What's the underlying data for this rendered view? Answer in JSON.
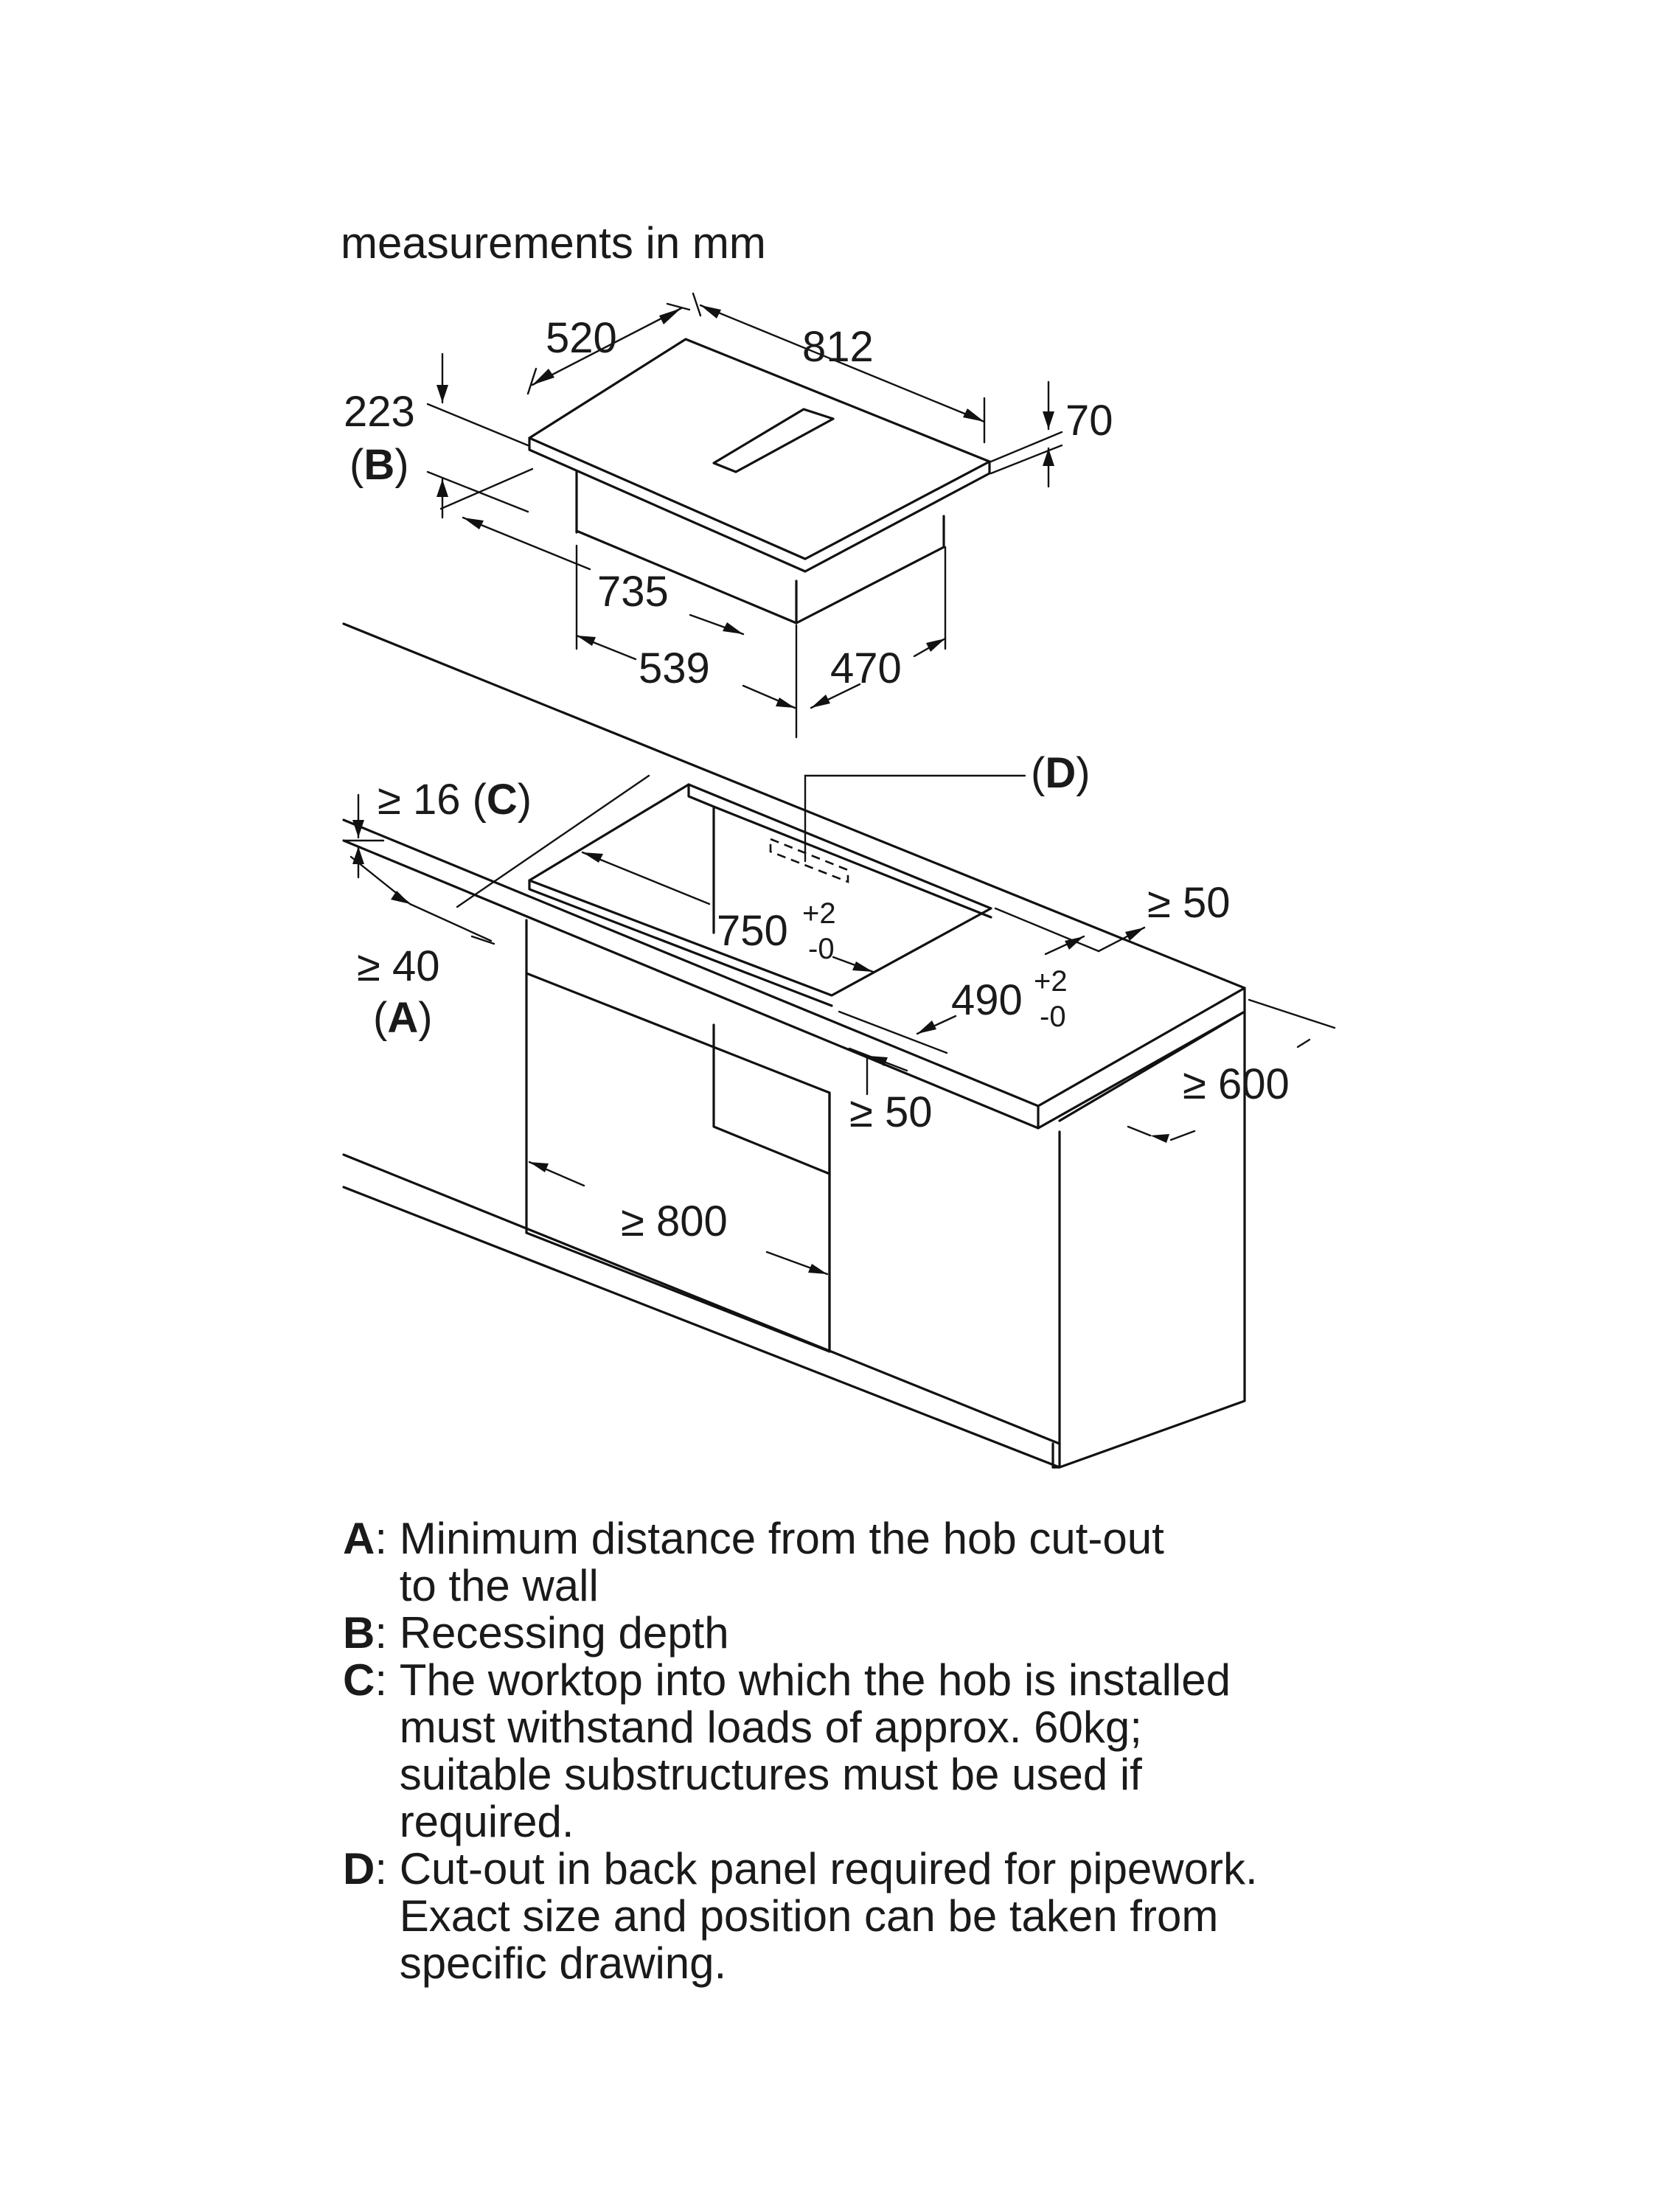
{
  "heading": "measurements in mm",
  "hob_dimensions": {
    "depth": "520",
    "width": "812",
    "recess_depth": "223",
    "recess_label_open": "(",
    "recess_label_key": "B",
    "recess_label_close": ")",
    "thickness": "70",
    "body_width": "735",
    "body_width_lower": "539",
    "body_depth": "470"
  },
  "cutout_dimensions": {
    "worktop_thickness_prefix": "≥ 16 (",
    "worktop_thickness_key": "C",
    "worktop_thickness_suffix": ")",
    "pipework_open": "(",
    "pipework_key": "D",
    "pipework_close": ")",
    "cutout_width": "750",
    "cutout_width_tol_plus": "+2",
    "cutout_width_tol_minus": "-0",
    "cutout_depth": "490",
    "cutout_depth_tol_plus": "+2",
    "cutout_depth_tol_minus": "-0",
    "rear_clearance": "≥ 50",
    "wall_distance": "≥ 40",
    "wall_label_open": "(",
    "wall_label_key": "A",
    "wall_label_close": ")",
    "front_clearance": "≥ 50",
    "worktop_depth": "≥ 600",
    "cabinet_width": "≥ 800"
  },
  "legend": [
    {
      "key": "A",
      "lines": [
        "Minimum distance from the hob cut-out",
        "to the wall"
      ]
    },
    {
      "key": "B",
      "lines": [
        "Recessing depth"
      ]
    },
    {
      "key": "C",
      "lines": [
        "The worktop into which the hob is installed",
        "must withstand loads of approx. 60kg;",
        "suitable substructures must be used if",
        "required."
      ]
    },
    {
      "key": "D",
      "lines": [
        "Cut-out in back panel required for pipework.",
        "Exact size and position can be taken from",
        "specific drawing."
      ]
    }
  ]
}
